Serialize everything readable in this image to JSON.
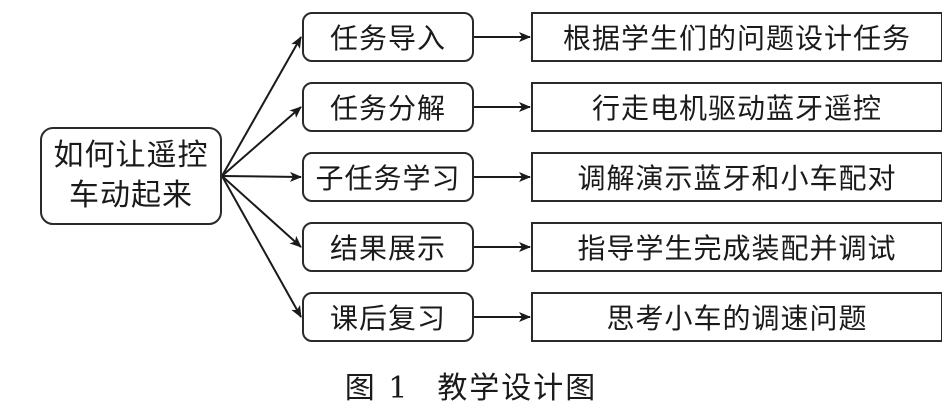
{
  "root": {
    "line1": "如何让遥控",
    "line2": "车动起来"
  },
  "steps": [
    {
      "label": "任务导入",
      "result": "根据学生们的问题设计任务"
    },
    {
      "label": "任务分解",
      "result": "行走电机驱动蓝牙遥控"
    },
    {
      "label": "子任务学习",
      "result": "调解演示蓝牙和小车配对"
    },
    {
      "label": "结果展示",
      "result": "指导学生完成装配并调试"
    },
    {
      "label": "课后复习",
      "result": "思考小车的调速问题"
    }
  ],
  "caption": {
    "number": "图 1",
    "title": "教学设计图"
  },
  "colors": {
    "stroke": "#1a1a1a",
    "background": "#ffffff"
  }
}
